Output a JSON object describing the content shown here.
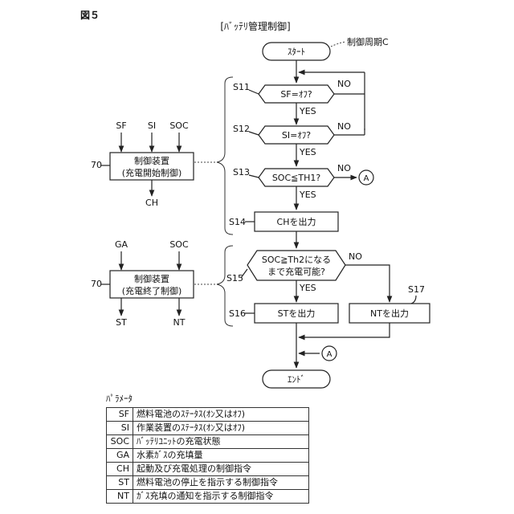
{
  "figure_label": "図５",
  "diagram_title": "[ﾊﾞｯﾃﾘ管理制御]",
  "cycle_note": "制御周期C",
  "flow": {
    "start": "ｽﾀｰﾄ",
    "end": "ｴﾝﾄﾞ",
    "s11": {
      "step": "S11",
      "text": "SF=ｵﾌ?"
    },
    "s12": {
      "step": "S12",
      "text": "SI=ｵﾌ?"
    },
    "s13": {
      "step": "S13",
      "text": "SOC≦TH1?"
    },
    "s14": {
      "step": "S14",
      "text": "CHを出力"
    },
    "s15": {
      "step": "S15",
      "line1": "SOC≧Th2になる",
      "line2": "まで充電可能?"
    },
    "s16": {
      "step": "S16",
      "text": "STを出力"
    },
    "s17": {
      "step": "S17",
      "text": "NTを出力"
    },
    "yes": "YES",
    "no": "NO",
    "connector": "A"
  },
  "device1": {
    "ref": "70",
    "line1": "制御装置",
    "line2": "(充電開始制御)",
    "inputs": [
      "SF",
      "SI",
      "SOC"
    ],
    "output": "CH"
  },
  "device2": {
    "ref": "70",
    "line1": "制御装置",
    "line2": "(充電終了制御)",
    "inputs": [
      "GA",
      "SOC"
    ],
    "outputs": [
      "ST",
      "NT"
    ]
  },
  "params": {
    "title": "ﾊﾟﾗﾒｰﾀ",
    "rows": [
      {
        "key": "SF",
        "desc": "燃料電池のｽﾃｰﾀｽ(ｵﾝ又はｵﾌ)"
      },
      {
        "key": "SI",
        "desc": "作業装置のｽﾃｰﾀｽ(ｵﾝ又はｵﾌ)"
      },
      {
        "key": "SOC",
        "desc": "ﾊﾞｯﾃﾘﾕﾆｯﾄの充電状態"
      },
      {
        "key": "GA",
        "desc": "水素ｶﾞｽの充填量"
      },
      {
        "key": "CH",
        "desc": "起動及び充電処理の制御指令"
      },
      {
        "key": "ST",
        "desc": "燃料電池の停止を指示する制御指令"
      },
      {
        "key": "NT",
        "desc": "ｶﾞｽ充填の通知を指示する制御指令"
      }
    ]
  }
}
